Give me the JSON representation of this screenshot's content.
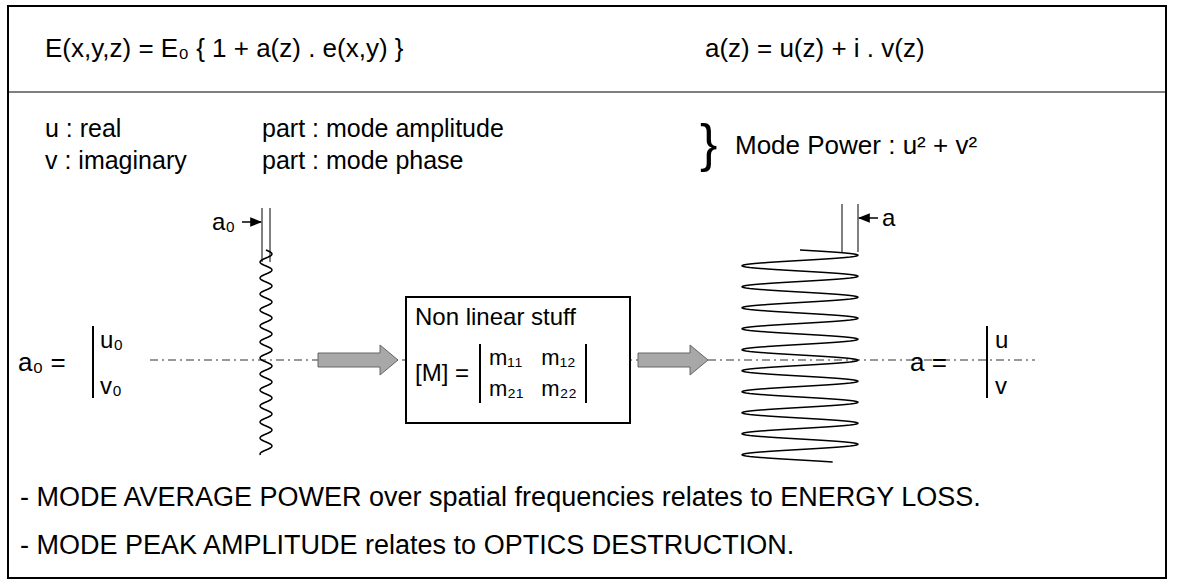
{
  "diagram": {
    "nodes": [
      {
        "text": [
          "Non linear stuff",
          "[M] =",
          "m₁₁",
          "m₁₂",
          "m₂₁",
          "m₂₂"
        ]
      }
    ],
    "labels": [
      "E(x,y,z) = E₀ { 1 + a(z) . e(x,y) }",
      "a(z) = u(z) + i . v(z)",
      "u : real",
      "part : mode amplitude",
      "}",
      "Mode Power : u² + v²",
      "v : imaginary",
      "part : mode phase",
      "a₀",
      "a₀ =",
      "u₀",
      "v₀",
      "a",
      "a =",
      "u",
      "v",
      "- MODE AVERAGE POWER over spatial frequencies relates to ENERGY LOSS.",
      "- MODE PEAK AMPLITUDE relates to OPTICS DESTRUCTION."
    ]
  }
}
